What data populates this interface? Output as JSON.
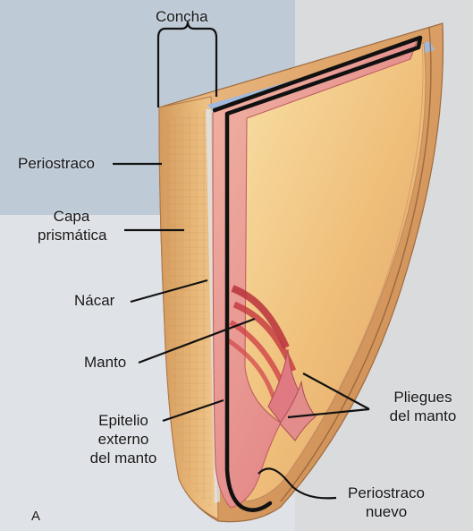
{
  "labels": {
    "concha": "Concha",
    "periostraco": "Periostraco",
    "capa_line1": "Capa",
    "capa_line2": "prismática",
    "nacar": "Nácar",
    "manto": "Manto",
    "epitelio_line1": "Epitelio",
    "epitelio_line2": "externo",
    "epitelio_line3": "del manto",
    "pliegues_line1": "Pliegues",
    "pliegues_line2": "del manto",
    "periostraco_nuevo_line1": "Periostraco",
    "periostraco_nuevo_line2": "nuevo",
    "figure_letter": "A"
  },
  "colors": {
    "page_bg": "#d9dbe0",
    "shell_outer": "#d7a46a",
    "shell_inner": "#f2c98d",
    "mantle_pink": "#e58f8c",
    "muscle_red": "#c83a3d",
    "black_layer": "#111111"
  }
}
